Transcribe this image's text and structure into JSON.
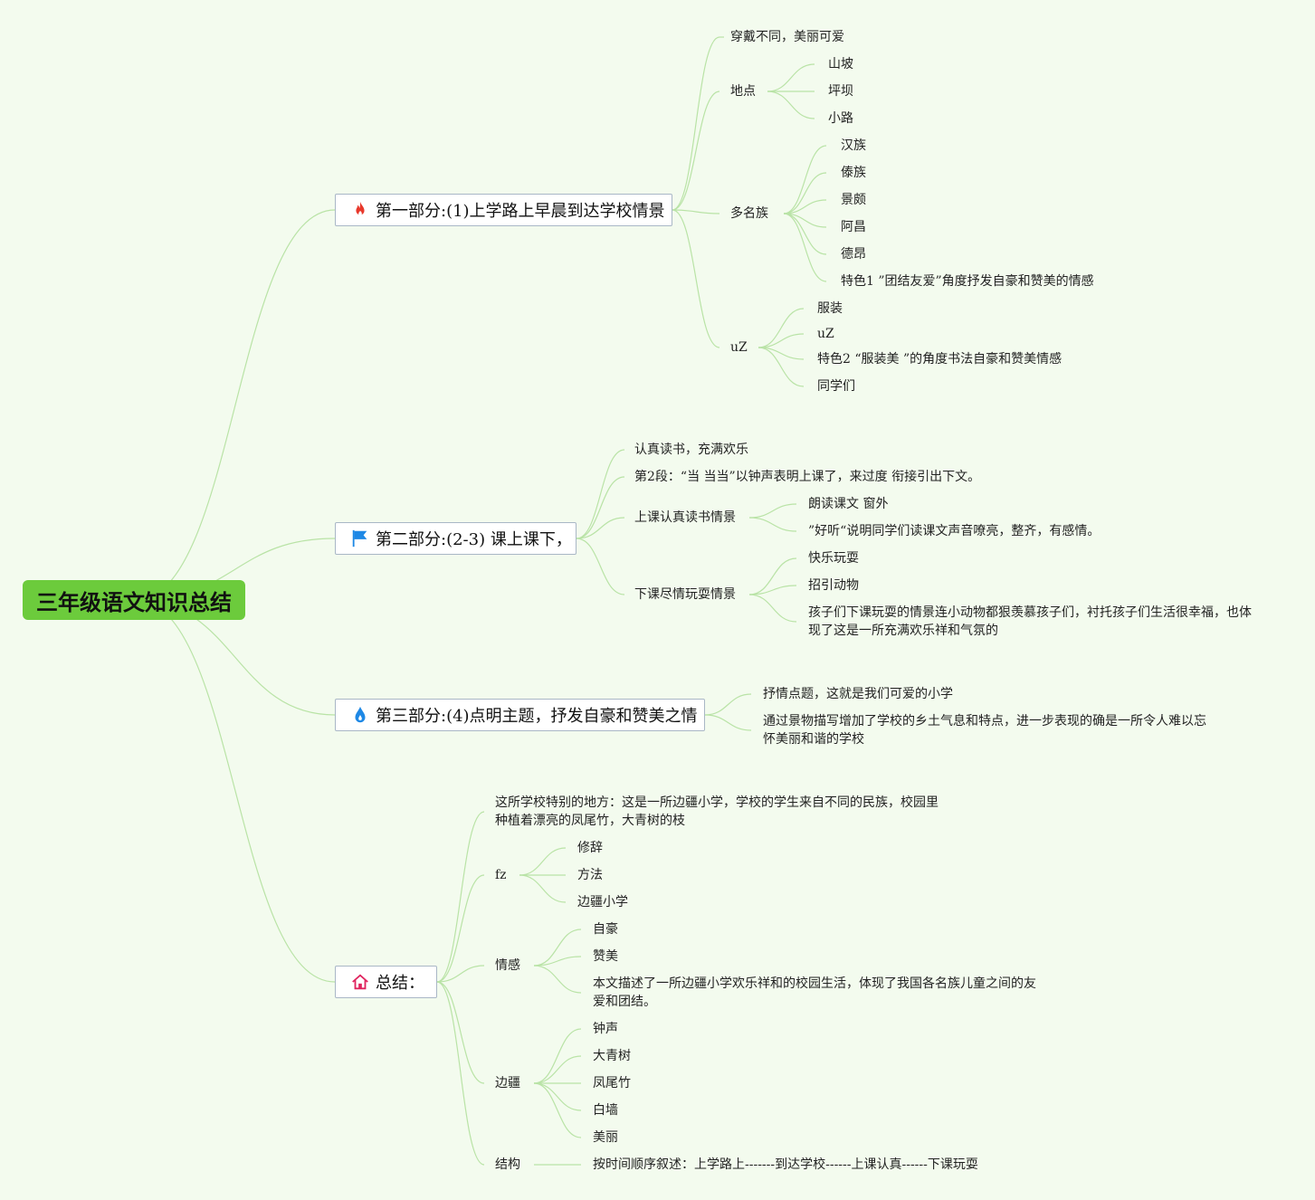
{
  "root": "三年级语文知识总结",
  "branches": [
    {
      "label": "第一部分:(1)上学路上早晨到达学校情景",
      "icon": "fire-icon",
      "children": [
        {
          "label": "穿戴不同，美丽可爱"
        },
        {
          "label": "地点",
          "children": [
            "山坡",
            "坪坝",
            "小路"
          ]
        },
        {
          "label": "多名族",
          "children": [
            "汉族",
            "傣族",
            "景颇",
            "阿昌",
            "德昂",
            "特色1 ”团结友爱”角度抒发自豪和赞美的情感"
          ]
        },
        {
          "label": "uZ",
          "children": [
            "服装",
            "uZ",
            "特色2 “服装美 ”的角度书法自豪和赞美情感",
            "同学们"
          ]
        }
      ]
    },
    {
      "label": "第二部分:(2-3) 课上课下，",
      "icon": "flag-icon",
      "children": [
        {
          "label": "认真读书，充满欢乐"
        },
        {
          "label": "第2段：“当 当当”以钟声表明上课了，来过度 衔接引出下文。"
        },
        {
          "label": "上课认真读书情景",
          "children": [
            "朗读课文 窗外",
            "”好听“说明同学们读课文声音嘹亮，整齐，有感情。"
          ]
        },
        {
          "label": "下课尽情玩耍情景",
          "children": [
            "快乐玩耍",
            "招引动物",
            "孩子们下课玩耍的情景连小动物都狠羡慕孩子们，衬托孩子们生活很幸福，也体现了这是一所充满欢乐祥和气氛的"
          ]
        }
      ]
    },
    {
      "label": "第三部分:(4)点明主题，抒发自豪和赞美之情",
      "icon": "water-drop-icon",
      "children": [
        {
          "label": "抒情点题，这就是我们可爱的小学"
        },
        {
          "label": "通过景物描写增加了学校的乡土气息和特点，进一步表现的确是一所令人难以忘怀美丽和谐的学校"
        }
      ]
    },
    {
      "label": "总结：",
      "icon": "home-icon",
      "children": [
        {
          "label": "这所学校特别的地方：这是一所边疆小学，学校的学生来自不同的民族，校园里种植着漂亮的凤尾竹，大青树的枝"
        },
        {
          "label": "fz",
          "children": [
            "修辞",
            "方法",
            "边疆小学"
          ]
        },
        {
          "label": "情感",
          "children": [
            "自豪",
            "赞美",
            "本文描述了一所边疆小学欢乐祥和的校园生活，体现了我国各名族儿童之间的友爱和团结。"
          ]
        },
        {
          "label": "边疆",
          "children": [
            "钟声",
            "大青树",
            "凤尾竹",
            "白墙",
            "美丽"
          ]
        },
        {
          "label": "结构",
          "children": [
            "按时间顺序叙述：上学路上-------到达学校------上课认真------下课玩耍"
          ]
        }
      ]
    }
  ],
  "colors": {
    "line": "#b9e3a6",
    "root_fill": "#6ccb3c",
    "background": "#f3fbee",
    "fire": "#e8382b",
    "flag": "#1e88e5",
    "drop": "#1e88e5",
    "home": "#e0245e"
  }
}
